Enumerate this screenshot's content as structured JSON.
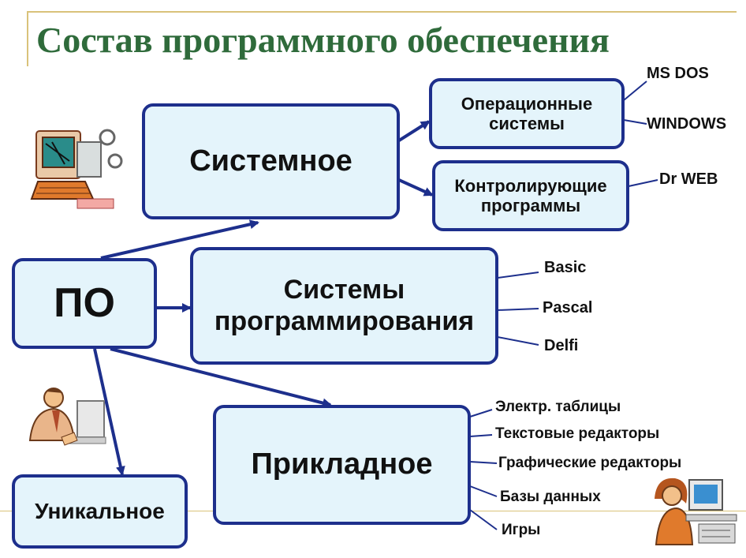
{
  "title": "Состав программного обеспечения",
  "nodes": {
    "po": "ПО",
    "system": "Системное",
    "os": "Операционные системы",
    "control": "Контролирующие программы",
    "programming": "Системы программирования",
    "applied": "Прикладное",
    "unique": "Уникальное"
  },
  "leaves": {
    "os": [
      "MS DOS",
      "WINDOWS"
    ],
    "control": [
      "Dr WEB"
    ],
    "programming": [
      "Basic",
      "Pascal",
      "Delfi"
    ],
    "applied": [
      "Электр. таблицы",
      "Текстовые редакторы",
      "Графические редакторы",
      "Базы данных",
      "Игры"
    ]
  },
  "colors": {
    "title": "#2f6b3b",
    "box_border": "#1d2f8c",
    "box_fill": "#e4f4fb",
    "rule": "#d9c27a"
  },
  "icons": [
    "computer-clipart",
    "man-at-computer-clipart",
    "woman-at-computer-clipart"
  ]
}
